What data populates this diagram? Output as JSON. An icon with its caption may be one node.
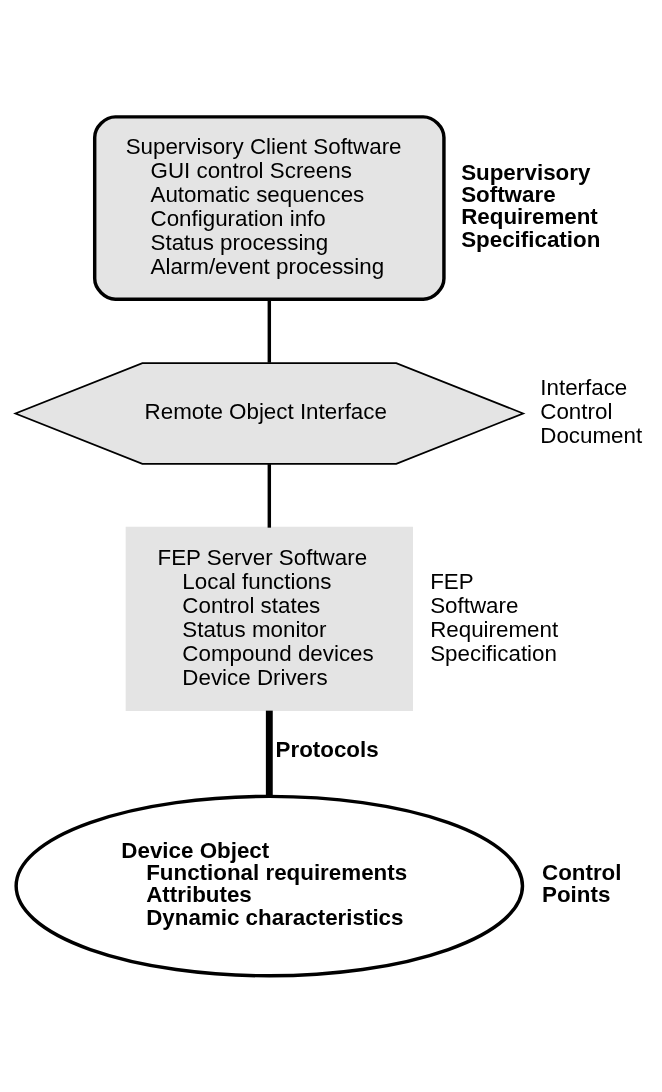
{
  "diagram": {
    "nodes": [
      {
        "text": [
          "Supervisory Client Software",
          "GUI control Screens",
          "Automatic sequences",
          "Configuration info",
          "Status processing",
          "Alarm/event processing"
        ],
        "beside": [
          "Supervisory Software Requirement Specification"
        ]
      },
      {
        "text": [
          "Remote Object Interface"
        ],
        "beside": [
          "Interface Control Document"
        ]
      },
      {
        "text": [
          "FEP Server Software",
          "Local functions",
          "Control states",
          "Status monitor",
          "Compound devices",
          "Device Drivers"
        ],
        "beside": [
          "FEP Software Requirement Specification"
        ]
      },
      {
        "text": [
          "Device Object",
          "Functional requirements",
          "Attributes",
          "Dynamic characteristics"
        ],
        "beside": [
          "Control Points"
        ]
      }
    ],
    "edges": [
      {
        "from": 0,
        "to": 1,
        "arrow": "none"
      },
      {
        "from": 1,
        "to": 2,
        "arrow": "none"
      },
      {
        "from": 2,
        "to": 3,
        "arrow": "none",
        "label": "Protocols",
        "style": "thick"
      }
    ]
  }
}
